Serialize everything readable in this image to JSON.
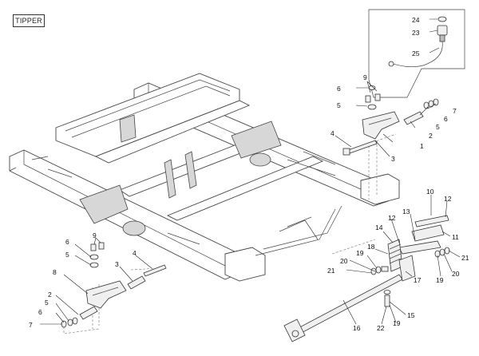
{
  "header": {
    "tag": "TIPPER"
  },
  "callouts": [
    {
      "id": "c24a",
      "label": "24"
    },
    {
      "id": "c23a",
      "label": "23"
    },
    {
      "id": "c25a",
      "label": "25"
    },
    {
      "id": "c9a",
      "label": "9"
    },
    {
      "id": "c6a",
      "label": "6"
    },
    {
      "id": "c5a",
      "label": "5"
    },
    {
      "id": "c7a",
      "label": "7"
    },
    {
      "id": "c6b",
      "label": "6"
    },
    {
      "id": "c5b",
      "label": "5"
    },
    {
      "id": "c4a",
      "label": "4"
    },
    {
      "id": "c1a",
      "label": "1"
    },
    {
      "id": "c2a",
      "label": "2"
    },
    {
      "id": "c3a",
      "label": "3"
    },
    {
      "id": "c10a",
      "label": "10"
    },
    {
      "id": "c12a",
      "label": "12"
    },
    {
      "id": "c12b",
      "label": "12"
    },
    {
      "id": "c13a",
      "label": "13"
    },
    {
      "id": "c11a",
      "label": "11"
    },
    {
      "id": "c14a",
      "label": "14"
    },
    {
      "id": "c18a",
      "label": "18"
    },
    {
      "id": "c19a",
      "label": "19"
    },
    {
      "id": "c20a",
      "label": "20"
    },
    {
      "id": "c21a",
      "label": "21"
    },
    {
      "id": "c17a",
      "label": "17"
    },
    {
      "id": "c21b",
      "label": "21"
    },
    {
      "id": "c20b",
      "label": "20"
    },
    {
      "id": "c19b",
      "label": "19"
    },
    {
      "id": "c15a",
      "label": "15"
    },
    {
      "id": "c19c",
      "label": "19"
    },
    {
      "id": "c22a",
      "label": "22"
    },
    {
      "id": "c16a",
      "label": "16"
    },
    {
      "id": "c9b",
      "label": "9"
    },
    {
      "id": "c6c",
      "label": "6"
    },
    {
      "id": "c5c",
      "label": "5"
    },
    {
      "id": "c4b",
      "label": "4"
    },
    {
      "id": "c3b",
      "label": "3"
    },
    {
      "id": "c8a",
      "label": "8"
    },
    {
      "id": "c2b",
      "label": "2"
    },
    {
      "id": "c5d",
      "label": "5"
    },
    {
      "id": "c6d",
      "label": "6"
    },
    {
      "id": "c7b",
      "label": "7"
    }
  ]
}
